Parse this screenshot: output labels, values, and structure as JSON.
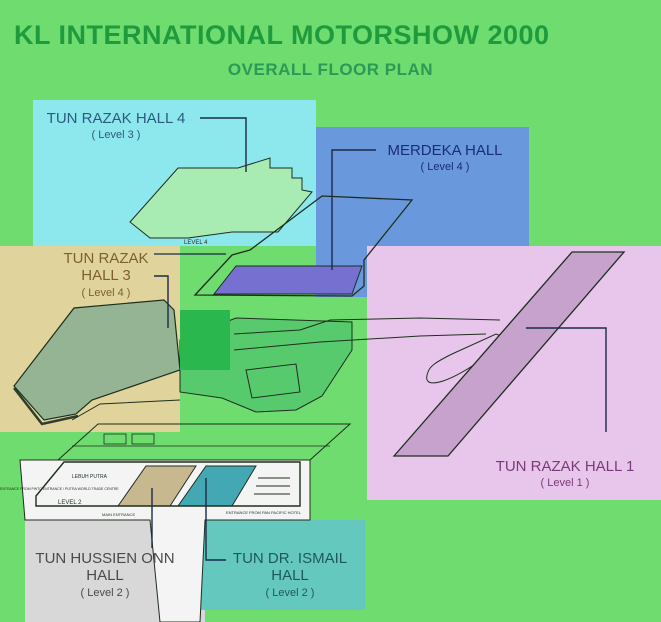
{
  "header": {
    "title": "KL INTERNATIONAL MOTORSHOW 2000",
    "subtitle": "OVERALL FLOOR PLAN"
  },
  "halls": {
    "razak4": {
      "name": "TUN RAZAK HALL 4",
      "level": "( Level 3 )"
    },
    "merdeka": {
      "name": "MERDEKA HALL",
      "level": "( Level 4 )"
    },
    "razak3": {
      "name_line1": "TUN RAZAK",
      "name_line2": "HALL 3",
      "level": "( Level 4 )"
    },
    "razak1": {
      "name": "TUN RAZAK HALL 1",
      "level": "( Level 1 )"
    },
    "hussein": {
      "name_line1": "TUN HUSSIEN ONN",
      "name_line2": "HALL",
      "level": "( Level 2 )"
    },
    "ismail": {
      "name_line1": "TUN DR. ISMAIL",
      "name_line2": "HALL",
      "level": "( Level 2 )"
    }
  },
  "plan_labels": {
    "level4": "LEVEL 4",
    "level2": "LEVEL 2",
    "lebuh_putra": "LEBUH PUTRA",
    "main_entrance": "MAIN ENTRANCE",
    "entrance_left": "ENTRANCE FROM PWTC ENTRANCE / PUTRA WORLD TRADE CENTRE",
    "entrance_pan_pacific": "ENTRANCE FROM PAN PACIFIC HOTEL"
  },
  "colors": {
    "background": "#6edc6e",
    "razak4": "#8de8ee",
    "merdeka": "#6a98dc",
    "razak3": "#e0d49c",
    "razak1": "#e8c6ec",
    "hussein": "#d8d8d8",
    "ismail": "#64c8be",
    "hall_floor_razak4": "#a8ecb4",
    "hall_floor_merdeka": "#7670d0",
    "hall_floor_razak3": "#94b494",
    "hall_floor_razak1": "#c6a2cc",
    "hall_floor_hussein": "#c8b890",
    "hall_floor_ismail": "#44a8b4",
    "outline": "#1e2e1e",
    "leader": "#1a2a4a"
  }
}
